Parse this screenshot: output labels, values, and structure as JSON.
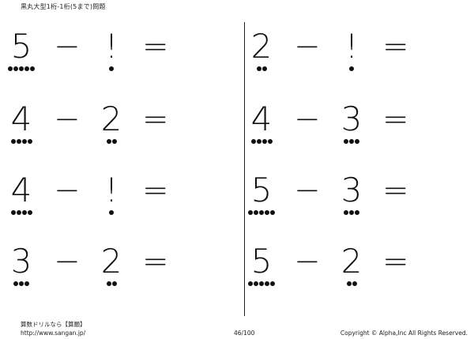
{
  "header": {
    "title": "黒丸大型1桁-1桁(5まで)問題"
  },
  "problems": [
    {
      "a": "5",
      "op": "−",
      "b": "!",
      "eq": "=",
      "a_dots": 5,
      "b_dots": 1
    },
    {
      "a": "2",
      "op": "−",
      "b": "!",
      "eq": "=",
      "a_dots": 2,
      "b_dots": 1
    },
    {
      "a": "4",
      "op": "−",
      "b": "2",
      "eq": "=",
      "a_dots": 4,
      "b_dots": 2
    },
    {
      "a": "4",
      "op": "−",
      "b": "3",
      "eq": "=",
      "a_dots": 4,
      "b_dots": 3
    },
    {
      "a": "4",
      "op": "−",
      "b": "!",
      "eq": "=",
      "a_dots": 4,
      "b_dots": 1
    },
    {
      "a": "5",
      "op": "−",
      "b": "3",
      "eq": "=",
      "a_dots": 5,
      "b_dots": 3
    },
    {
      "a": "3",
      "op": "−",
      "b": "2",
      "eq": "=",
      "a_dots": 3,
      "b_dots": 2
    },
    {
      "a": "5",
      "op": "−",
      "b": "2",
      "eq": "=",
      "a_dots": 5,
      "b_dots": 2
    }
  ],
  "footer": {
    "brand": "算数ドリルなら【算願】",
    "url": "http://www.sangan.jp/",
    "page": "46/100",
    "copyright": "Copyright © Alpha,Inc All Rights Reserved."
  }
}
